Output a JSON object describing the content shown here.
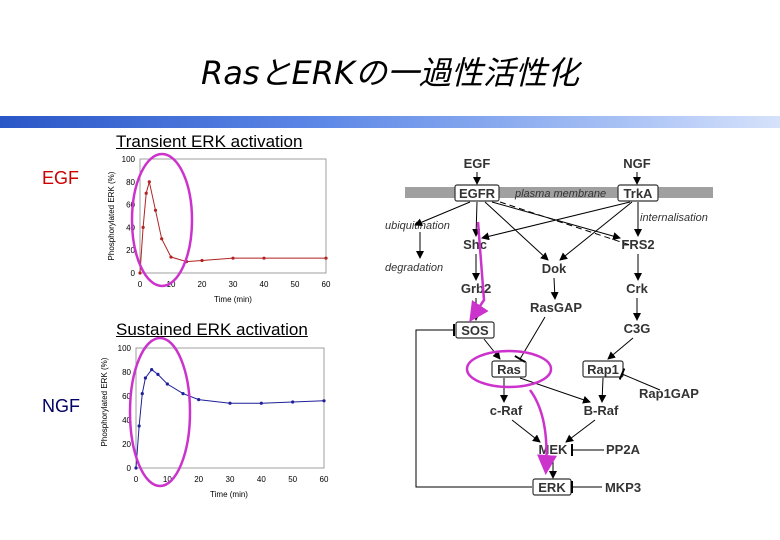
{
  "title": "RasとERKの一過性活性化",
  "colors": {
    "egf_label": "#cc0000",
    "ngf_label": "#000066",
    "highlight": "#cc33cc",
    "membrane": "#a0a0a0"
  },
  "chart_data": [
    {
      "type": "line",
      "title": "Transient ERK activation",
      "xlabel": "Time (min)",
      "ylabel": "Phosphorylated ERK (%)",
      "xlim": [
        0,
        60
      ],
      "ylim": [
        0,
        100
      ],
      "xticks": [
        "0",
        "10",
        "20",
        "30",
        "40",
        "50",
        "60"
      ],
      "yticks": [
        "0",
        "20",
        "40",
        "60",
        "80",
        "100"
      ],
      "series": [
        {
          "color": "#b22222",
          "x": [
            0,
            1,
            2,
            3,
            5,
            7,
            10,
            15,
            20,
            30,
            40,
            60
          ],
          "y": [
            0,
            40,
            70,
            80,
            55,
            30,
            14,
            10,
            11,
            13,
            13,
            13
          ]
        }
      ]
    },
    {
      "type": "line",
      "title": "Sustained ERK activation",
      "xlabel": "Time (min)",
      "ylabel": "Phosphorylated ERK (%)",
      "xlim": [
        0,
        60
      ],
      "ylim": [
        0,
        100
      ],
      "xticks": [
        "0",
        "10",
        "20",
        "30",
        "40",
        "50",
        "60"
      ],
      "yticks": [
        "0",
        "20",
        "40",
        "60",
        "80",
        "100"
      ],
      "series": [
        {
          "color": "#1f1f99",
          "x": [
            0,
            1,
            2,
            3,
            5,
            7,
            10,
            15,
            20,
            30,
            40,
            50,
            60
          ],
          "y": [
            0,
            35,
            62,
            75,
            82,
            78,
            70,
            62,
            57,
            54,
            54,
            55,
            56
          ]
        }
      ]
    }
  ],
  "labels": {
    "egf": "EGF",
    "ngf": "NGF"
  },
  "pathway": {
    "egf": "EGF",
    "ngf": "NGF",
    "egfr": "EGFR",
    "trka": "TrkA",
    "membrane": "plasma membrane",
    "internalisation": "internalisation",
    "ubiquitination": "ubiquitination",
    "degradation": "degradation",
    "shc": "Shc",
    "frs2": "FRS2",
    "dok": "Dok",
    "grb2": "Grb2",
    "crk": "Crk",
    "rasgap": "RasGAP",
    "sos": "SOS",
    "c3g": "C3G",
    "ras": "Ras",
    "rap1": "Rap1",
    "rap1gap": "Rap1GAP",
    "craf": "c-Raf",
    "braf": "B-Raf",
    "mek": "MEK",
    "pp2a": "PP2A",
    "erk": "ERK",
    "mkp3": "MKP3"
  }
}
